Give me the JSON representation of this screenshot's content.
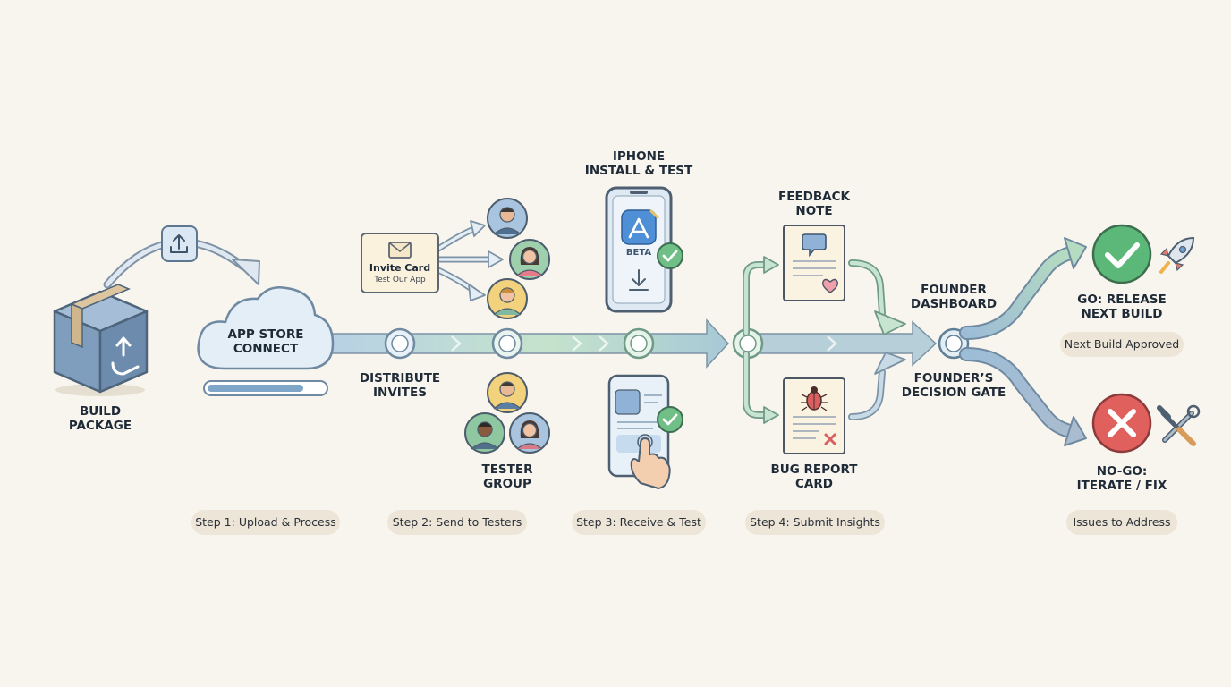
{
  "labels": {
    "build_package": [
      "BUILD",
      "PACKAGE"
    ],
    "app_store": [
      "APP STORE",
      "CONNECT"
    ],
    "distribute": [
      "DISTRIBUTE",
      "INVITES"
    ],
    "iphone": [
      "IPHONE",
      "INSTALL & TEST"
    ],
    "tester_group": [
      "TESTER",
      "GROUP"
    ],
    "feedback_note": [
      "FEEDBACK",
      "NOTE"
    ],
    "bug_report": [
      "BUG REPORT",
      "CARD"
    ],
    "founder_dashboard": [
      "FOUNDER",
      "DASHBOARD"
    ],
    "decision_gate": [
      "FOUNDER’S",
      "DECISION GATE"
    ],
    "go": [
      "GO: RELEASE",
      "NEXT BUILD"
    ],
    "nogo": [
      "NO-GO:",
      "ITERATE / FIX"
    ]
  },
  "invite_card": {
    "title": "Invite Card",
    "subtitle": "Test Our App"
  },
  "phone_badge": "BETA",
  "pills": {
    "go": "Next Build Approved",
    "nogo": "Issues to Address"
  },
  "steps": [
    "Step 1: Upload & Process",
    "Step 2: Send to Testers",
    "Step 3: Receive & Test",
    "Step 4: Submit Insights"
  ],
  "progress": 0.82,
  "colors": {
    "accent_blue": "#7fa6c9",
    "accent_green": "#8fc7a0",
    "go_green": "#5cb878",
    "nogo_red": "#e0605e",
    "package_tape": "#d9c29c"
  },
  "icons": [
    "package-icon",
    "upload-icon",
    "cloud-icon",
    "envelope-icon",
    "avatar-icon",
    "app-store-icon",
    "check-icon",
    "download-icon",
    "tap-hand-icon",
    "chat-bubble-icon",
    "heart-icon",
    "bug-icon",
    "cross-icon",
    "rocket-icon",
    "tools-icon"
  ]
}
